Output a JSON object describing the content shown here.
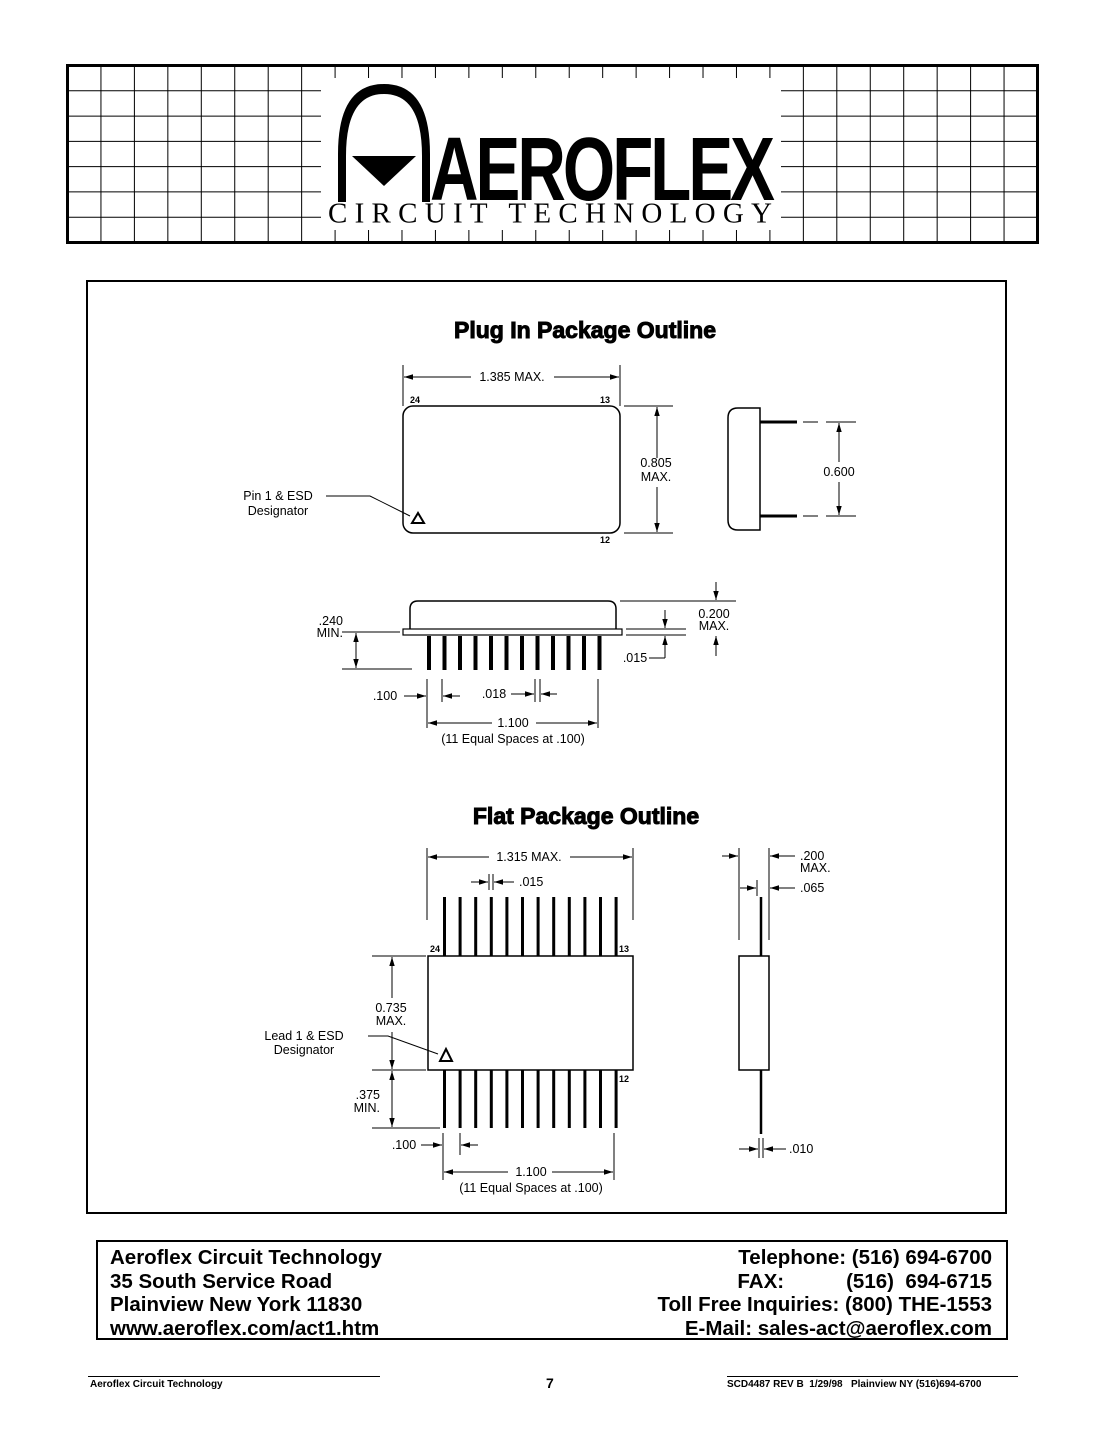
{
  "header": {
    "logo_name": "AEROFLEX",
    "logo_subtitle": "CIRCUIT TECHNOLOGY"
  },
  "plug_in": {
    "title": "Plug In Package Outline",
    "width_dim": "1.385 MAX.",
    "pin_24": "24",
    "pin_13": "13",
    "pin_12": "12",
    "height_dim_1": "0.805",
    "height_dim_2": "MAX.",
    "side_dim": "0.600",
    "pin1_label_1": "Pin 1 & ESD",
    "pin1_label_2": "Designator",
    "min_dim_1": ".240",
    "min_dim_2": "MIN.",
    "height_200_1": "0.200",
    "height_200_2": "MAX.",
    "dim_015": ".015",
    "dim_100": ".100",
    "dim_018": ".018",
    "span_dim_1": "1.100",
    "span_dim_2": "(11 Equal Spaces at .100)"
  },
  "flat": {
    "title": "Flat Package Outline",
    "width_dim": "1.315 MAX.",
    "dim_015": ".015",
    "pin_24": "24",
    "pin_13": "13",
    "pin_12": "12",
    "height_dim_1": "0.735",
    "height_dim_2": "MAX.",
    "lead1_label_1": "Lead 1 & ESD",
    "lead1_label_2": "Designator",
    "min_dim_1": ".375",
    "min_dim_2": "MIN.",
    "dim_100": ".100",
    "span_dim_1": "1.100",
    "span_dim_2": "(11 Equal Spaces at .100)",
    "side_dim_200_1": ".200",
    "side_dim_200_2": "MAX.",
    "side_dim_065": ".065",
    "side_dim_010": ".010"
  },
  "contact": {
    "company": "Aeroflex Circuit Technology",
    "address": "35 South Service Road",
    "city": "Plainview New York 11830",
    "web": "www.aeroflex.com/act1.htm",
    "telephone": "Telephone: (516) 694-6700",
    "fax_label": "FAX:",
    "fax_number": "(516)  694-6715",
    "toll_free": "Toll Free Inquiries: (800) THE-1553",
    "email": "E-Mail: sales-act@aeroflex.com"
  },
  "footer": {
    "left": "Aeroflex Circuit Technology",
    "page_number": "7",
    "right": "SCD4487 REV B  1/29/98   Plainview NY (516)694-6700"
  }
}
